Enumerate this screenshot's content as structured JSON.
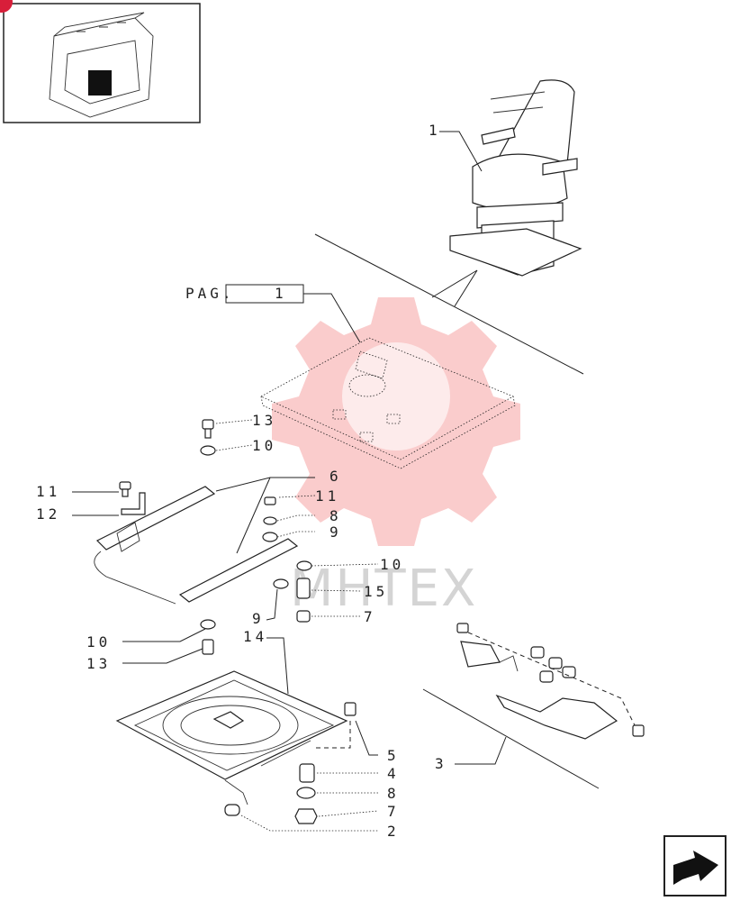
{
  "diagram": {
    "page_reference": {
      "prefix": "PAG.",
      "number": "1"
    },
    "watermark": {
      "text": "MHTEX"
    },
    "callouts": [
      {
        "id": "c1",
        "text": "1"
      },
      {
        "id": "c13a",
        "text": "13"
      },
      {
        "id": "c10a",
        "text": "10"
      },
      {
        "id": "c6",
        "text": "6"
      },
      {
        "id": "c11a",
        "text": "11"
      },
      {
        "id": "c12",
        "text": "12"
      },
      {
        "id": "c11b",
        "text": "11"
      },
      {
        "id": "c8a",
        "text": "8"
      },
      {
        "id": "c9a",
        "text": "9"
      },
      {
        "id": "c10b",
        "text": "10"
      },
      {
        "id": "c15",
        "text": "15"
      },
      {
        "id": "c9b",
        "text": "9"
      },
      {
        "id": "c7a",
        "text": "7"
      },
      {
        "id": "c10c",
        "text": "10"
      },
      {
        "id": "c13b",
        "text": "13"
      },
      {
        "id": "c14",
        "text": "14"
      },
      {
        "id": "c3",
        "text": "3"
      },
      {
        "id": "c5",
        "text": "5"
      },
      {
        "id": "c4",
        "text": "4"
      },
      {
        "id": "c8b",
        "text": "8"
      },
      {
        "id": "c7b",
        "text": "7"
      },
      {
        "id": "c2",
        "text": "2"
      }
    ]
  }
}
